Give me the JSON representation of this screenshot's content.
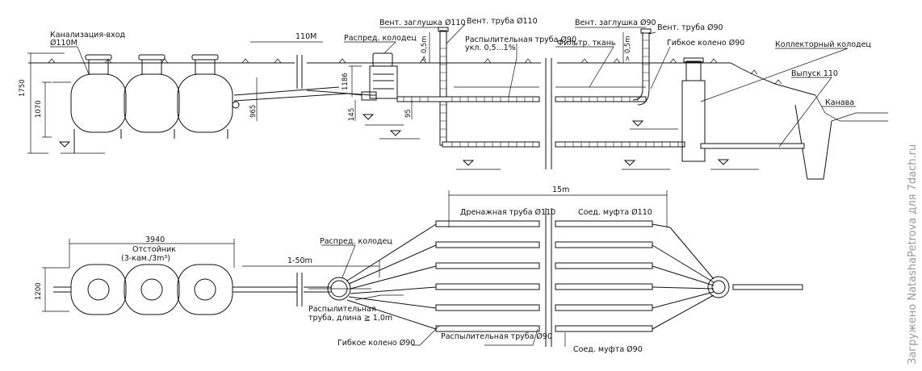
{
  "profile": {
    "inlet": "Канализация-вход",
    "inlet_dia": "Ø110М",
    "pipe_110": "110М",
    "h1750": "1750",
    "h1070": "1070",
    "h965": "965",
    "distr_well": "Распред. колодец",
    "h1186": "1186",
    "h145": "145",
    "h95": "95",
    "vent_cap_110": "Вент. заглушка Ø110",
    "vent_pipe_110": "Вент. труба Ø110",
    "dist_pipe_90": "Распылительная труба Ø90",
    "slope": "укл. 0,5...1%",
    "filter_cloth": "Фильтр. ткань",
    "depth_a": "> 0,5m",
    "vent_cap_90": "Вент. заглушка Ø90",
    "depth_b": "> 0,5m",
    "vent_pipe_90": "Вент. труба Ø90",
    "flex_elbow_90": "Гибкое колено Ø90",
    "collector_well": "Коллекторный колодец",
    "outlet": "Выпуск 110",
    "ditch": "Канава"
  },
  "plan": {
    "len15": "15m",
    "drain_pipe": "Дренажная труба Ø110",
    "coupling_110": "Соед. муфта Ø110",
    "len3940": "3940",
    "settler": "Отстойник",
    "settler_spec": "(3-кам./3m³)",
    "len1_50": "1-50m",
    "distr_well": "Распред. колодец",
    "w1200": "1200",
    "dist_pipe_a": "Распылительная",
    "dist_pipe_b": "труба, длина ≧ 1,0m",
    "flex_elbow": "Гибкое колено Ø90",
    "dist_pipe_90": "Распылительная труба Ø90",
    "coupling_90": "Соед. муфта Ø90"
  },
  "watermark": "Загружено NatashaPetrova для 7dach.ru"
}
